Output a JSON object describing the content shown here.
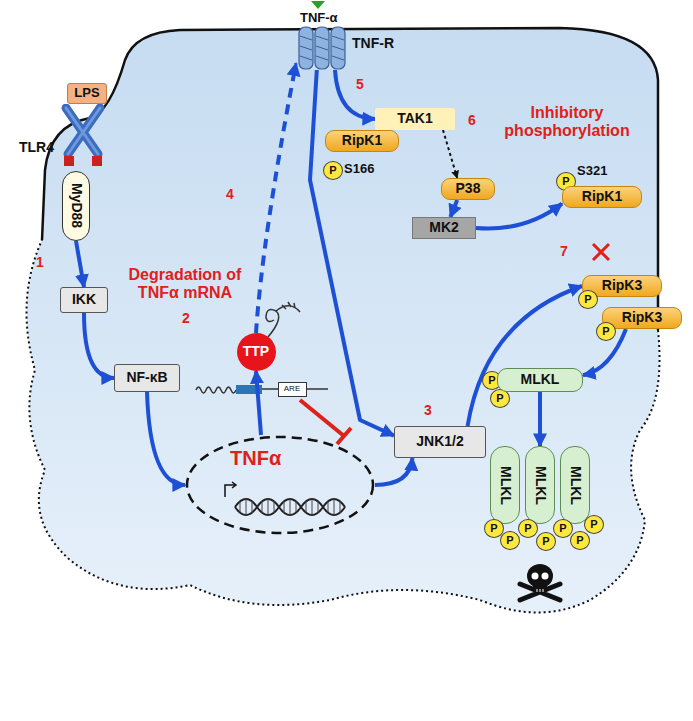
{
  "diagram": {
    "nodes": [
      {
        "text": [
          "TNF-R"
        ]
      },
      {
        "text": [
          "LPS"
        ]
      },
      {
        "text": [
          "TLR4"
        ]
      },
      {
        "text": [
          "MyD88"
        ]
      },
      {
        "text": [
          "IKK"
        ]
      },
      {
        "text": [
          "NF-κB"
        ]
      },
      {
        "text": [
          "TNFα"
        ]
      },
      {
        "text": [
          "TTP"
        ]
      },
      {
        "text": [
          "ARE"
        ]
      },
      {
        "text": [
          "TAK1"
        ]
      },
      {
        "text": [
          "RipK1"
        ]
      },
      {
        "text": [
          "P"
        ]
      },
      {
        "text": [
          "P38"
        ]
      },
      {
        "text": [
          "MK2"
        ]
      },
      {
        "text": [
          "P"
        ]
      },
      {
        "text": [
          "RipK1"
        ]
      },
      {
        "text": [
          "JNK1/2"
        ]
      },
      {
        "text": [
          "RipK3"
        ]
      },
      {
        "text": [
          "P"
        ]
      },
      {
        "text": [
          "RipK3"
        ]
      },
      {
        "text": [
          "P"
        ]
      },
      {
        "text": [
          "P"
        ]
      },
      {
        "text": [
          "P"
        ]
      },
      {
        "text": [
          "MLKL"
        ]
      },
      {
        "text": [
          "MLKL"
        ]
      },
      {
        "text": [
          "MLKL"
        ]
      },
      {
        "text": [
          "MLKL"
        ]
      },
      {
        "text": [
          "P"
        ]
      },
      {
        "text": [
          "P"
        ]
      },
      {
        "text": [
          "P"
        ]
      },
      {
        "text": [
          "P"
        ]
      },
      {
        "text": [
          "P"
        ]
      },
      {
        "text": [
          "P"
        ]
      },
      {
        "text": [
          "P"
        ]
      }
    ],
    "edges": [
      {
        "from": 3,
        "to": 4,
        "arrow": "to"
      },
      {
        "from": 4,
        "to": 5,
        "arrow": "to"
      },
      {
        "from": 5,
        "to": 6,
        "arrow": "to"
      },
      {
        "from": 6,
        "to": 7,
        "arrow": "to"
      },
      {
        "from": 6,
        "to": 16,
        "arrow": "to"
      },
      {
        "from": 7,
        "to": 0,
        "arrow": "to"
      },
      {
        "from": 0,
        "to": 9,
        "arrow": "to"
      },
      {
        "from": 0,
        "to": 16,
        "arrow": "to"
      },
      {
        "from": 9,
        "to": 12,
        "arrow": "to"
      },
      {
        "from": 12,
        "to": 13,
        "arrow": "to"
      },
      {
        "from": 13,
        "to": 15,
        "arrow": "to"
      },
      {
        "from": 16,
        "to": 17,
        "arrow": "to"
      },
      {
        "from": 19,
        "to": 23,
        "arrow": "to"
      },
      {
        "from": 23,
        "to": 25,
        "arrow": "to"
      }
    ],
    "labels": [
      "TNF-α",
      "1",
      "2",
      "3",
      "4",
      "5",
      "6",
      "7",
      "Degradation of TNFα mRNA",
      "Inhibitory phosphorylation",
      "S166",
      "S321"
    ]
  }
}
